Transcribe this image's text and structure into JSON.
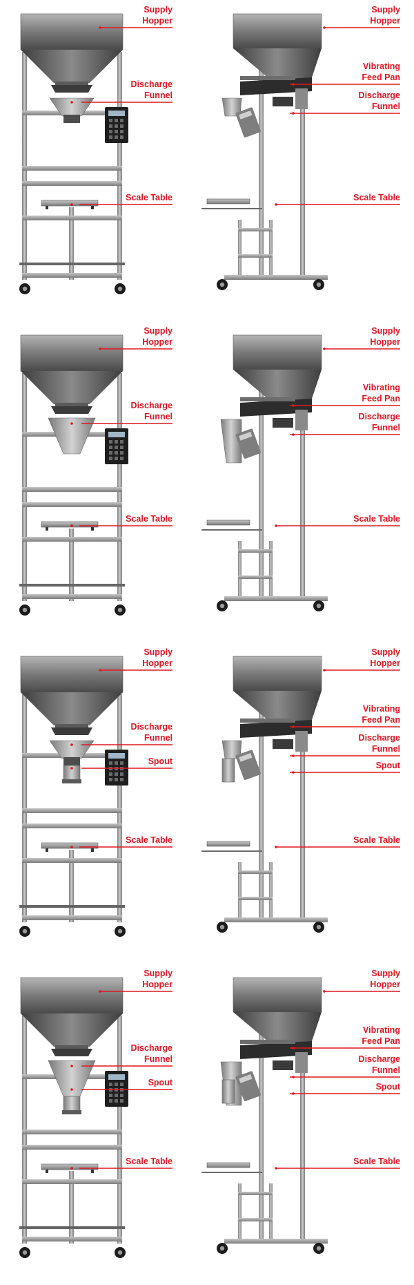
{
  "colors": {
    "accent_red": "#e0161f",
    "steel_dark": "#4d4d4d",
    "steel_mid": "#8c8c8c",
    "steel_light": "#c8c8c8",
    "frame": "#9a9a9a"
  },
  "labels": {
    "supply_hopper": [
      "Supply",
      "Hopper"
    ],
    "discharge_funnel": [
      "Discharge",
      "Funnel"
    ],
    "vibrating_feed_pan": [
      "Vibrating",
      "Feed Pan"
    ],
    "spout": "Spout",
    "scale_table": "Scale Table"
  },
  "panels": [
    {
      "view": "front",
      "row": 0,
      "spout": false,
      "funnel": "small",
      "callouts": [
        "supply_hopper",
        "discharge_funnel",
        "scale_table"
      ]
    },
    {
      "view": "side",
      "row": 0,
      "spout": false,
      "funnel": "small",
      "callouts": [
        "supply_hopper",
        "vibrating_feed_pan",
        "discharge_funnel",
        "scale_table"
      ]
    },
    {
      "view": "front",
      "row": 1,
      "spout": false,
      "funnel": "large",
      "callouts": [
        "supply_hopper",
        "discharge_funnel",
        "scale_table"
      ]
    },
    {
      "view": "side",
      "row": 1,
      "spout": false,
      "funnel": "large",
      "callouts": [
        "supply_hopper",
        "vibrating_feed_pan",
        "discharge_funnel",
        "scale_table"
      ]
    },
    {
      "view": "front",
      "row": 2,
      "spout": true,
      "funnel": "small",
      "callouts": [
        "supply_hopper",
        "discharge_funnel",
        "spout",
        "scale_table"
      ]
    },
    {
      "view": "side",
      "row": 2,
      "spout": true,
      "funnel": "small",
      "callouts": [
        "supply_hopper",
        "vibrating_feed_pan",
        "discharge_funnel",
        "spout",
        "scale_table"
      ]
    },
    {
      "view": "front",
      "row": 3,
      "spout": true,
      "funnel": "large",
      "callouts": [
        "supply_hopper",
        "discharge_funnel",
        "spout",
        "scale_table"
      ]
    },
    {
      "view": "side",
      "row": 3,
      "spout": true,
      "funnel": "large",
      "callouts": [
        "supply_hopper",
        "vibrating_feed_pan",
        "discharge_funnel",
        "spout",
        "scale_table"
      ]
    }
  ]
}
